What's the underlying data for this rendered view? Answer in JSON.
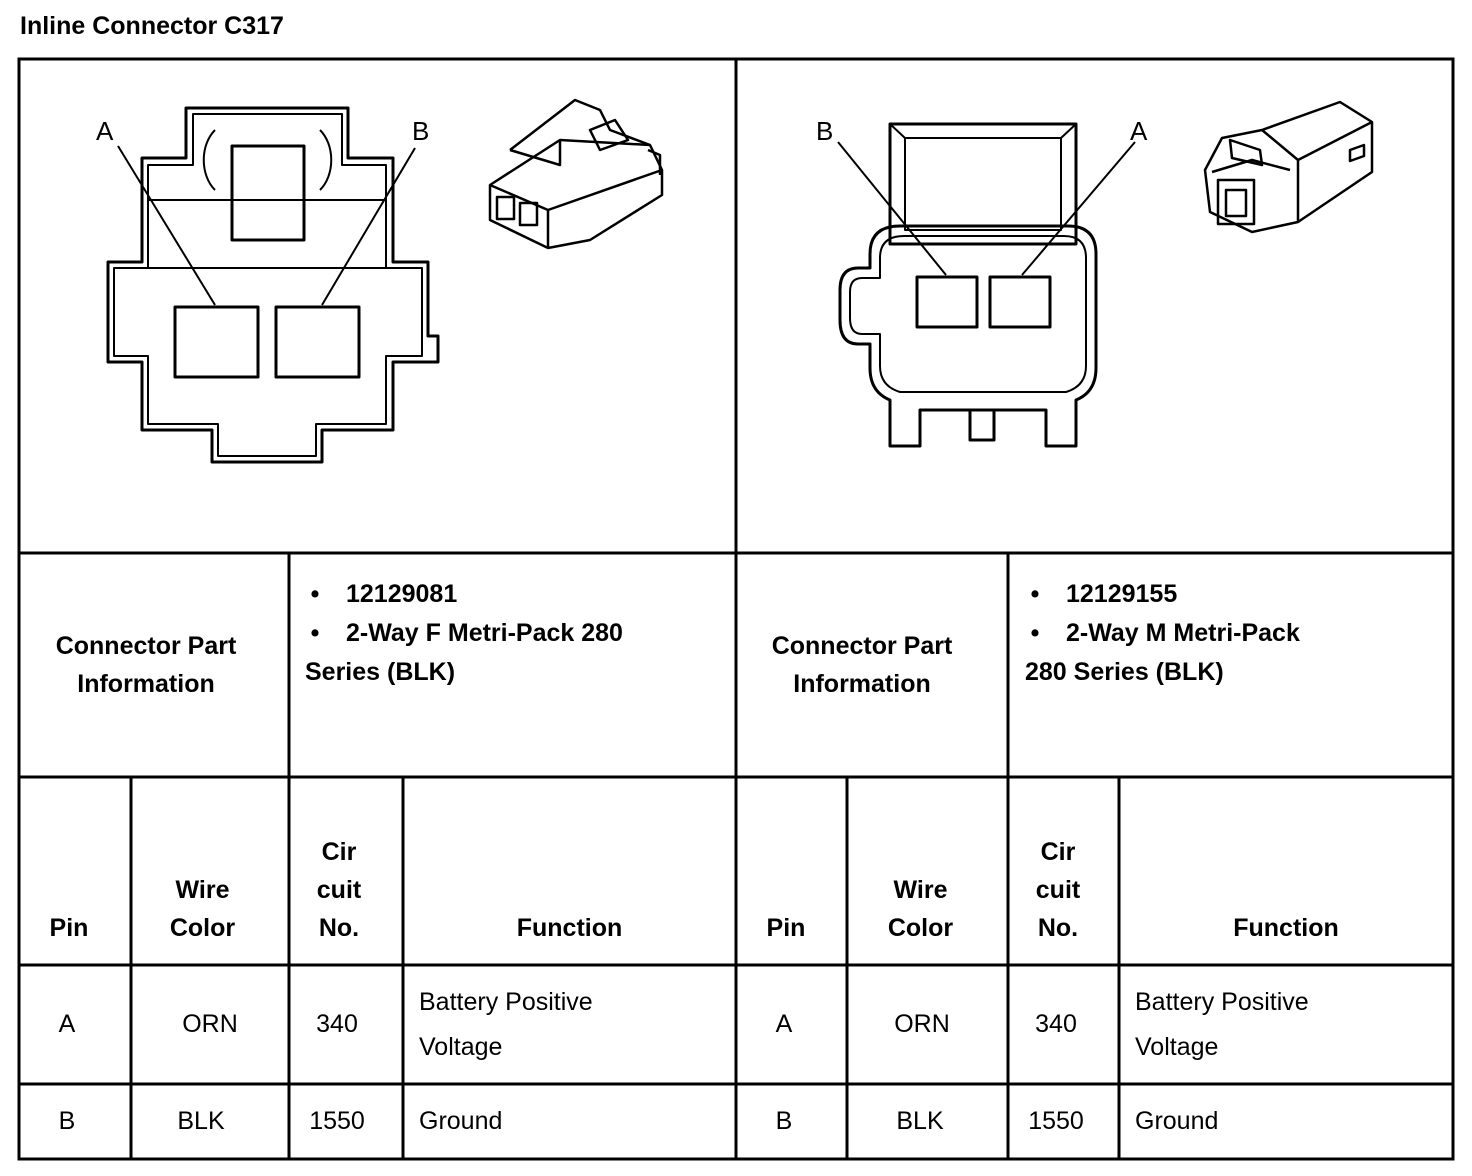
{
  "title": "Inline Connector C317",
  "connectors": [
    {
      "labels": {
        "left": "A",
        "right": "B"
      },
      "part_header": "Connector Part Information",
      "part_number": "12129081",
      "part_desc_line1": "2-Way F Metri-Pack 280",
      "part_desc_line2": "Series (BLK)",
      "columns": {
        "pin": "Pin",
        "wire_color": "Wire Color",
        "circuit_no": "Cir cuit No.",
        "function": "Function"
      },
      "rows": [
        {
          "pin": "A",
          "wire_color": "ORN",
          "circuit_no": "340",
          "function": "Battery Positive Voltage"
        },
        {
          "pin": "B",
          "wire_color": "BLK",
          "circuit_no": "1550",
          "function": "Ground"
        }
      ]
    },
    {
      "labels": {
        "left": "B",
        "right": "A"
      },
      "part_header": "Connector Part Information",
      "part_number": "12129155",
      "part_desc_line1": "2-Way M Metri-Pack",
      "part_desc_line2": "280 Series (BLK)",
      "columns": {
        "pin": "Pin",
        "wire_color": "Wire Color",
        "circuit_no": "Cir cuit No.",
        "function": "Function"
      },
      "rows": [
        {
          "pin": "A",
          "wire_color": "ORN",
          "circuit_no": "340",
          "function": "Battery Positive Voltage"
        },
        {
          "pin": "B",
          "wire_color": "BLK",
          "circuit_no": "1550",
          "function": "Ground"
        }
      ]
    }
  ]
}
